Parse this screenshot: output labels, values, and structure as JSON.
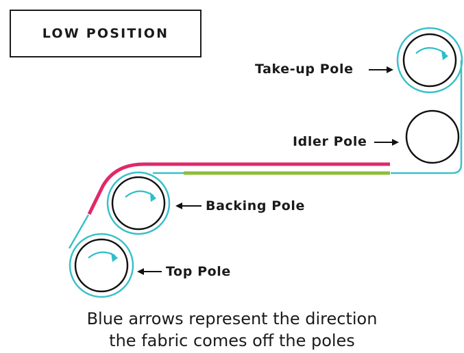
{
  "title": "LOW POSITION",
  "labels": {
    "take_up": "Take-up Pole",
    "idler": "Idler Pole",
    "backing": "Backing Pole",
    "top": "Top Pole"
  },
  "caption": {
    "line1": "Blue arrows represent the direction",
    "line2": "the fabric comes off the poles"
  },
  "colors": {
    "pole_outline": "#111111",
    "rotation_arrow": "#2bbfc6",
    "backing_fabric": "#3ac0c9",
    "quilt_top": "#e0296a",
    "batting": "#8dbd3a"
  }
}
